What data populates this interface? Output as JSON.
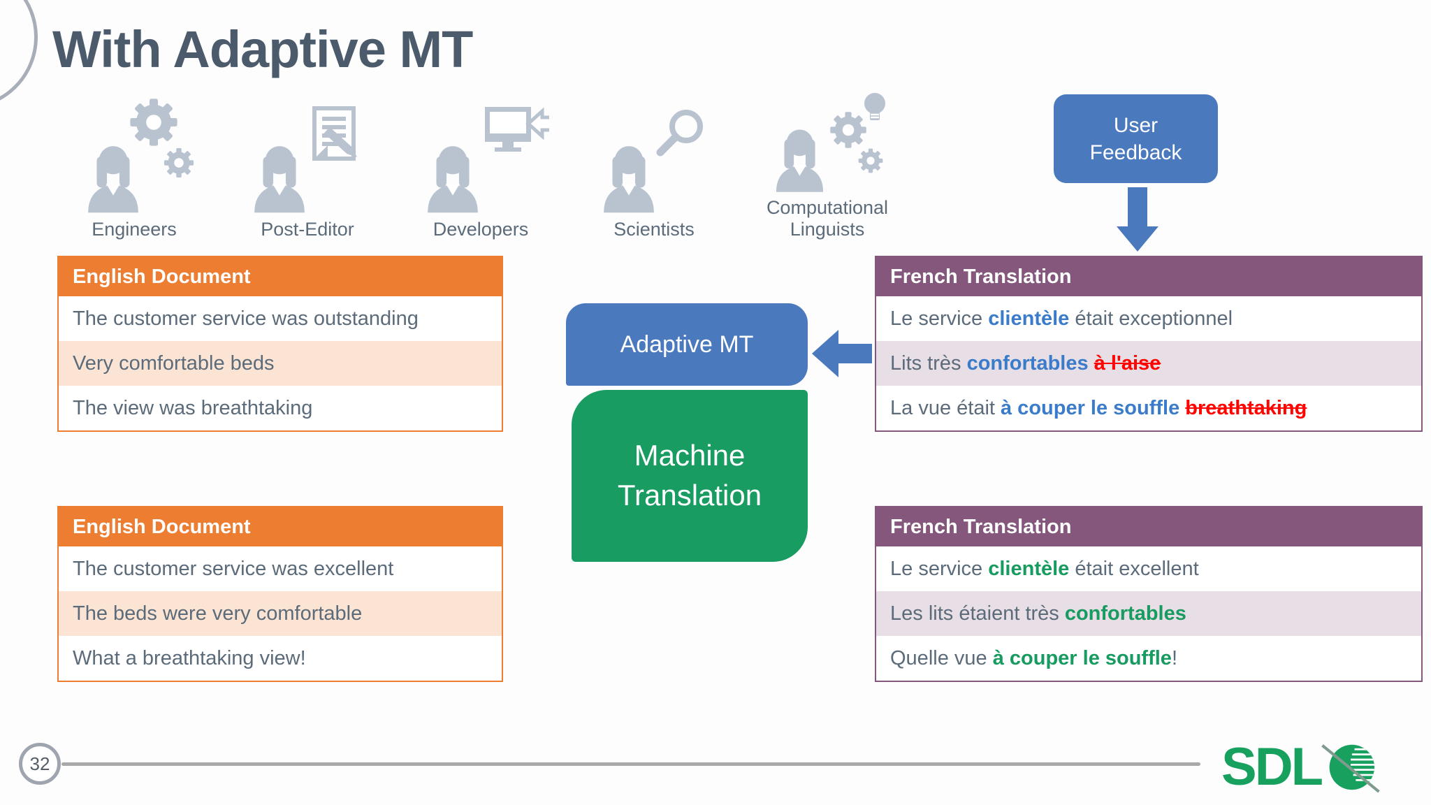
{
  "slide": {
    "title": "With Adaptive MT",
    "page_number": "32",
    "logo_text": "SDL"
  },
  "personas": [
    {
      "label": "Engineers",
      "icon": "engineers-icon"
    },
    {
      "label": "Post-Editor",
      "icon": "post-editor-icon"
    },
    {
      "label": "Developers",
      "icon": "developers-icon"
    },
    {
      "label": "Scientists",
      "icon": "scientists-icon"
    },
    {
      "label": "Computational Linguists",
      "icon": "computational-linguists-icon"
    }
  ],
  "user_feedback": {
    "label": "User\nFeedback"
  },
  "flow": {
    "adaptive_mt_label": "Adaptive MT",
    "machine_translation_label": "Machine\nTranslation"
  },
  "colors": {
    "accent_blue": "#4a79be",
    "accent_green": "#189c61",
    "accent_orange": "#ed7d31",
    "accent_purple": "#85577d",
    "text_gray": "#5b6b7a",
    "highlight_blue_text": "#3a7cc9",
    "highlight_green_text": "#189b61",
    "error_red_text": "#ff0400",
    "icon_gray": "#b9c3cf"
  },
  "tables": {
    "english_top": {
      "header": "English Document",
      "rows": [
        [
          {
            "t": "The customer service was outstanding",
            "s": "n"
          }
        ],
        [
          {
            "t": "Very comfortable beds",
            "s": "n"
          }
        ],
        [
          {
            "t": "The view was breathtaking",
            "s": "n"
          }
        ]
      ]
    },
    "french_top": {
      "header": "French Translation",
      "rows": [
        [
          {
            "t": "Le service ",
            "s": "n"
          },
          {
            "t": "clientèle",
            "s": "b"
          },
          {
            "t": " était exceptionnel",
            "s": "n"
          }
        ],
        [
          {
            "t": "Lits très ",
            "s": "n"
          },
          {
            "t": "confortables",
            "s": "b"
          },
          {
            "t": " ",
            "s": "n"
          },
          {
            "t": "à l'aise",
            "s": "r"
          }
        ],
        [
          {
            "t": "La vue était ",
            "s": "n"
          },
          {
            "t": "à couper le souffle",
            "s": "b"
          },
          {
            "t": " ",
            "s": "n"
          },
          {
            "t": "breathtaking",
            "s": "r"
          }
        ]
      ]
    },
    "english_bottom": {
      "header": "English Document",
      "rows": [
        [
          {
            "t": "The customer service was excellent",
            "s": "n"
          }
        ],
        [
          {
            "t": "The beds were very comfortable",
            "s": "n"
          }
        ],
        [
          {
            "t": "What a breathtaking view!",
            "s": "n"
          }
        ]
      ]
    },
    "french_bottom": {
      "header": "French Translation",
      "rows": [
        [
          {
            "t": "Le service ",
            "s": "n"
          },
          {
            "t": "clientèle",
            "s": "g"
          },
          {
            "t": " était excellent",
            "s": "n"
          }
        ],
        [
          {
            "t": "Les lits étaient très ",
            "s": "n"
          },
          {
            "t": "confortables",
            "s": "g"
          }
        ],
        [
          {
            "t": "Quelle vue ",
            "s": "n"
          },
          {
            "t": "à couper le souffle",
            "s": "g"
          },
          {
            "t": "!",
            "s": "n"
          }
        ]
      ]
    }
  }
}
